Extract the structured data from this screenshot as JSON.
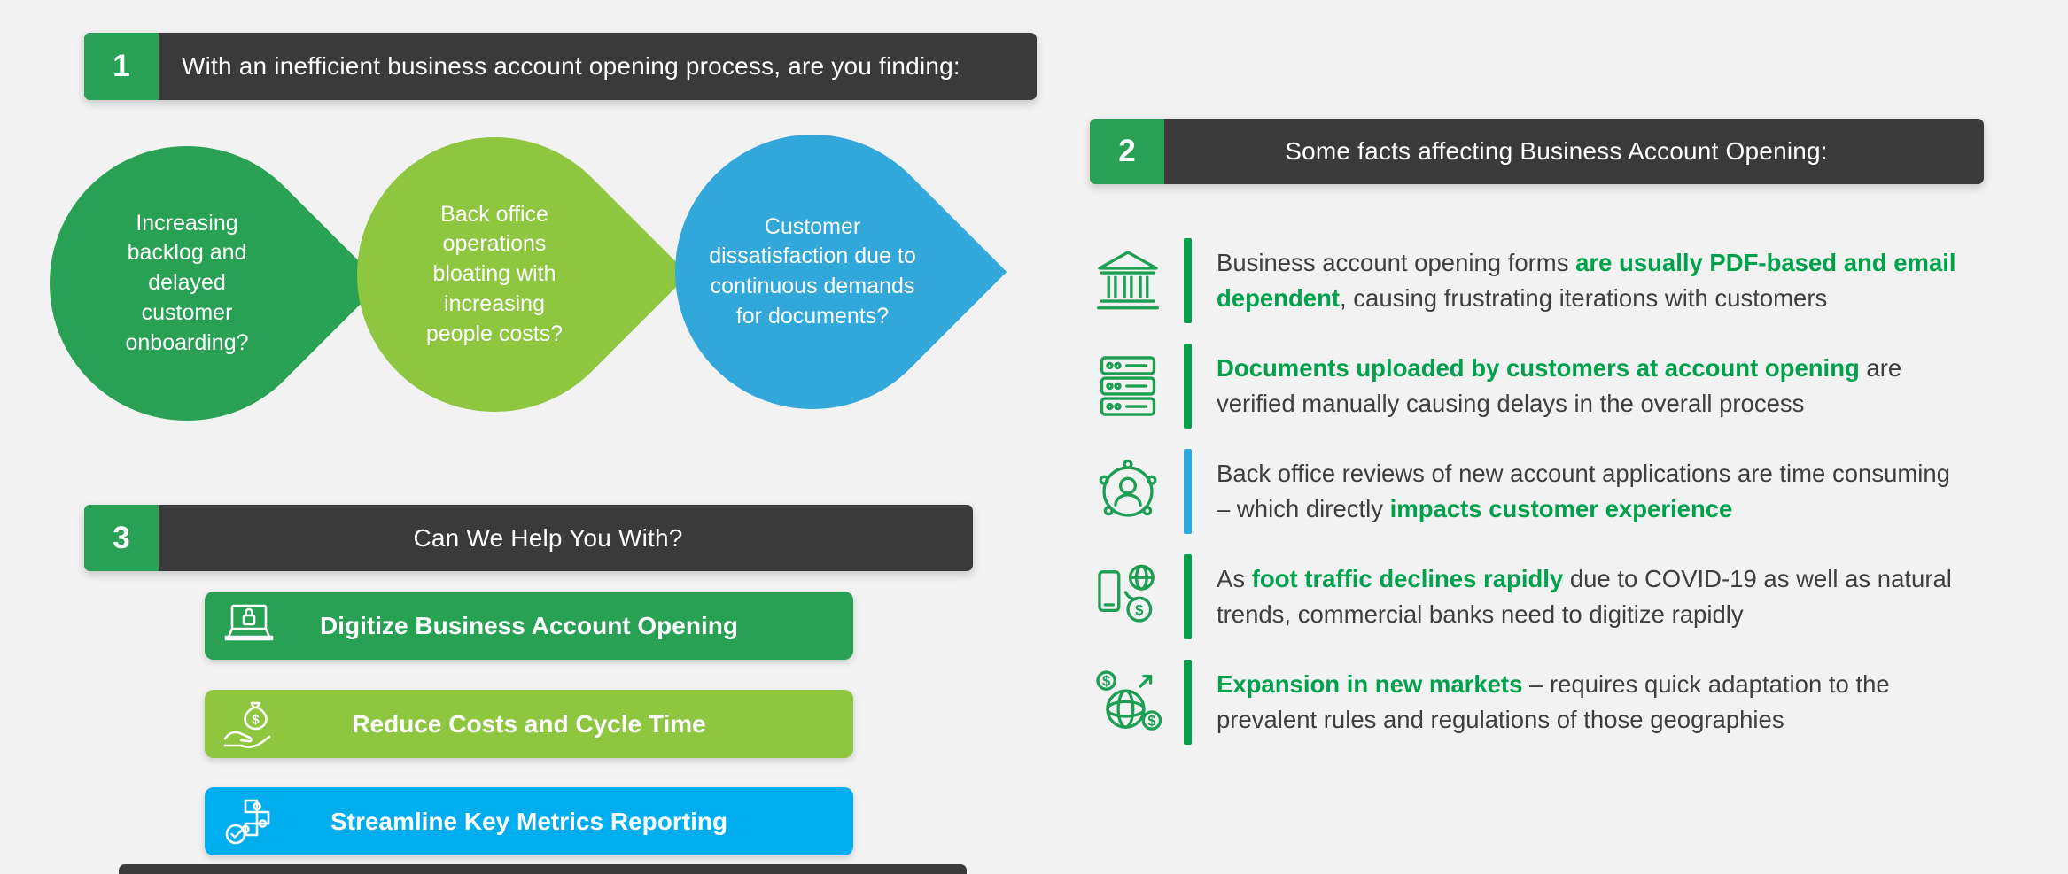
{
  "colors": {
    "background": "#F2F2F3",
    "header_bg": "#3A3A3A",
    "dark_green": "#28A155",
    "light_green": "#8EC640",
    "drop_blue": "#31A7DA",
    "cta_blue": "#00AEEF",
    "accent_green": "#00A14B",
    "bar_blue": "#29ABE2",
    "body_text": "#3E3E3E"
  },
  "section1": {
    "number": "1",
    "title": "With an inefficient business account opening process, are you finding:",
    "drops": [
      {
        "text": "Increasing backlog and delayed customer onboarding?",
        "color": "#28A155"
      },
      {
        "text": "Back office operations bloating with increasing people costs?",
        "color": "#8EC640"
      },
      {
        "text": "Customer dissatisfaction due to continuous demands for documents?",
        "color": "#31A7DA"
      }
    ]
  },
  "section2": {
    "number": "2",
    "title": "Some facts affecting Business Account Opening:",
    "facts": [
      {
        "icon": "bank-icon",
        "bar_color": "#00A14B",
        "segments": [
          {
            "text": "Business account opening forms ",
            "bold": false
          },
          {
            "text": "are usually PDF-based and email dependent",
            "bold": true
          },
          {
            "text": ", causing frustrating iterations with customers",
            "bold": false
          }
        ]
      },
      {
        "icon": "server-icon",
        "bar_color": "#00A14B",
        "segments": [
          {
            "text": "Documents uploaded by customers at account opening",
            "bold": true
          },
          {
            "text": " are verified manually causing delays in the overall process",
            "bold": false
          }
        ]
      },
      {
        "icon": "person-network-icon",
        "bar_color": "#29ABE2",
        "segments": [
          {
            "text": "Back office reviews of new account applications are time consuming – which directly ",
            "bold": false
          },
          {
            "text": "impacts customer experience",
            "bold": true
          }
        ]
      },
      {
        "icon": "devices-globe-icon",
        "bar_color": "#00A14B",
        "segments": [
          {
            "text": "As ",
            "bold": false
          },
          {
            "text": "foot traffic declines rapidly",
            "bold": true
          },
          {
            "text": " due to COVID-19 as well as natural trends, commercial banks need to digitize rapidly",
            "bold": false
          }
        ]
      },
      {
        "icon": "globe-currency-icon",
        "bar_color": "#00A14B",
        "segments": [
          {
            "text": "Expansion in new markets",
            "bold": true
          },
          {
            "text": " – requires quick adaptation to the prevalent rules and regulations of those geographies",
            "bold": false
          }
        ]
      }
    ]
  },
  "section3": {
    "number": "3",
    "title": "Can We Help You With?",
    "buttons": [
      {
        "icon": "laptop-lock-icon",
        "label": "Digitize Business Account Opening",
        "color": "#28A155"
      },
      {
        "icon": "money-bag-hand-icon",
        "label": "Reduce Costs and Cycle Time",
        "color": "#8EC640"
      },
      {
        "icon": "puzzle-clock-icon",
        "label": "Streamline Key Metrics Reporting",
        "color": "#00AEEF"
      }
    ]
  }
}
